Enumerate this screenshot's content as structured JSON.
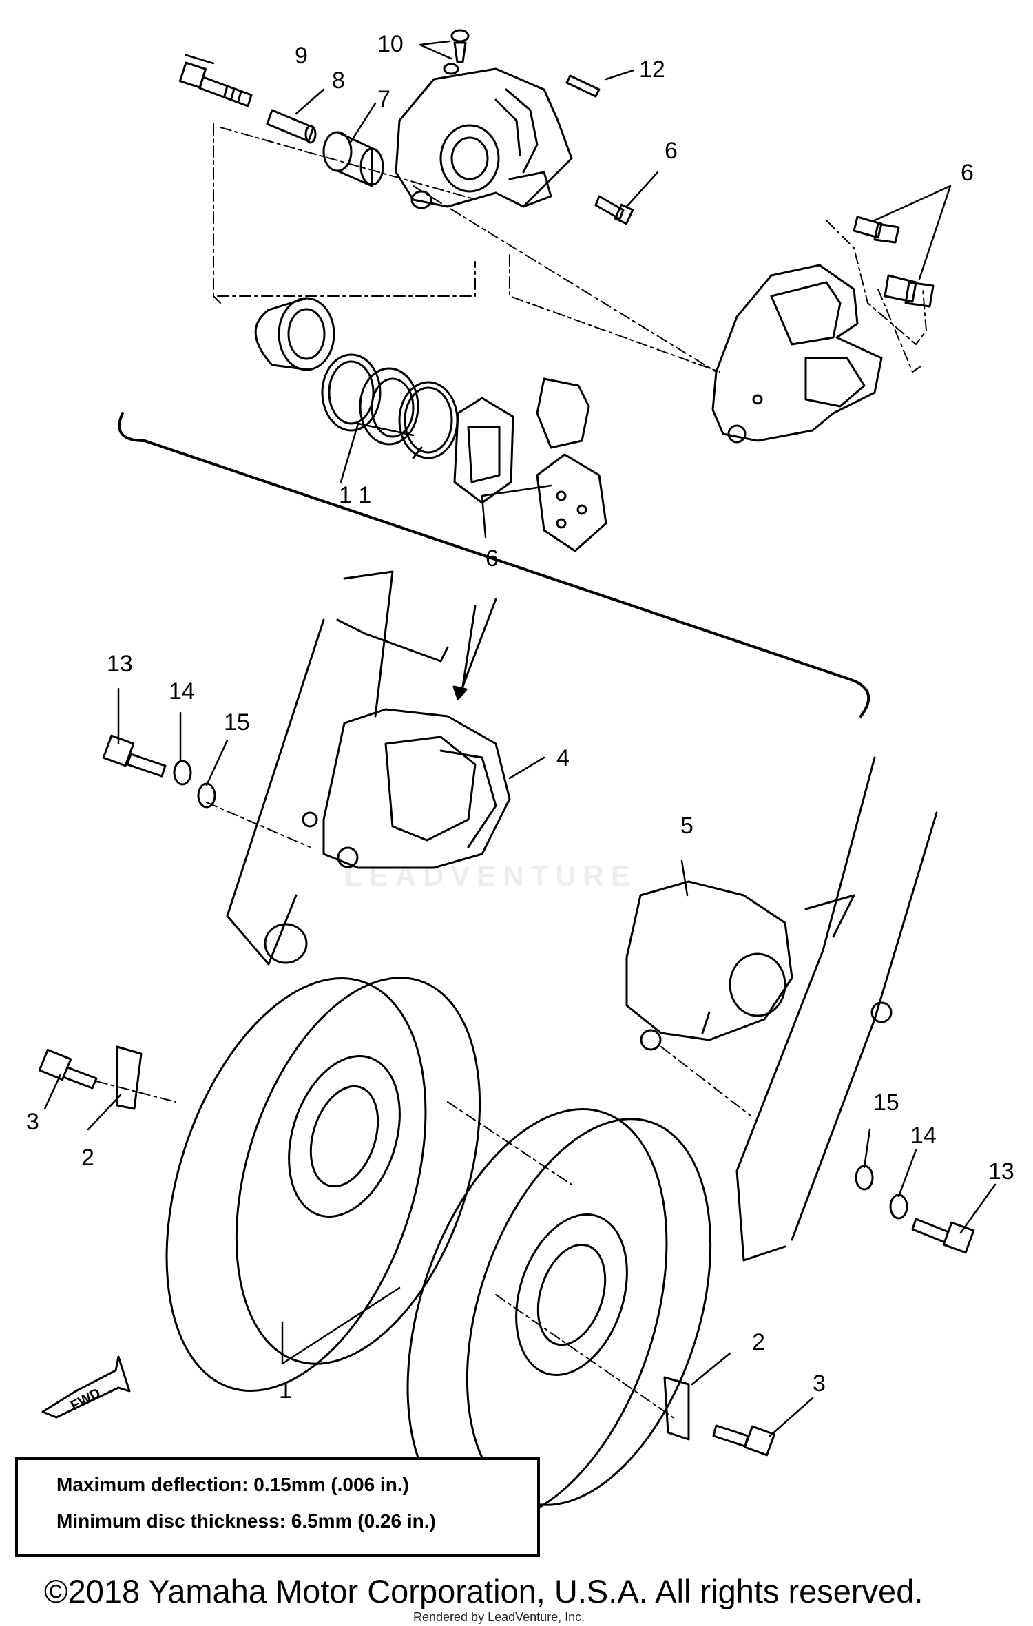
{
  "callouts": {
    "c1": "1",
    "c2a": "2",
    "c2b": "2",
    "c3a": "3",
    "c3b": "3",
    "c4": "4",
    "c5": "5",
    "c6a": "6",
    "c6b": "6",
    "c6c": "6",
    "c7": "7",
    "c8": "8",
    "c9": "9",
    "c10": "10",
    "c11": "1 1",
    "c12": "12",
    "c13a": "13",
    "c13b": "13",
    "c14a": "14",
    "c14b": "14",
    "c15a": "15",
    "c15b": "15"
  },
  "fwd_label": "FWD",
  "specs": {
    "max_deflection": "Maximum deflection: 0.15mm (.006 in.)",
    "min_thickness": "Minimum disc thickness: 6.5mm (0.26 in.)"
  },
  "watermark": "LEADVENTURE",
  "copyright": "©2018 Yamaha Motor Corporation, U.S.A. All rights reserved.",
  "rendered_by": "Rendered by LeadVenture, Inc."
}
